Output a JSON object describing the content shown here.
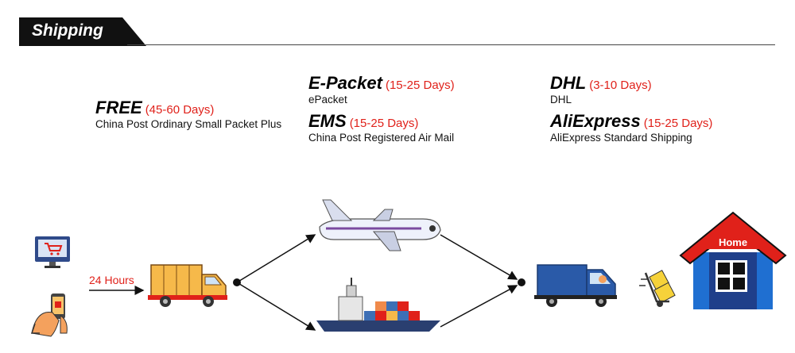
{
  "header": {
    "title": "Shipping"
  },
  "methods": [
    {
      "name": "FREE",
      "days": "(45-60 Days)",
      "desc": "China Post Ordinary Small Packet Plus"
    },
    {
      "name": "E-Packet",
      "days": "(15-25 Days)",
      "desc": "ePacket"
    },
    {
      "name": "EMS",
      "days": "(15-25 Days)",
      "desc": "China Post Registered Air Mail"
    },
    {
      "name": "DHL",
      "days": "(3-10 Days)",
      "desc": "DHL"
    },
    {
      "name": "AliExpress",
      "days": "(15-25 Days)",
      "desc": "AliExpress Standard Shipping"
    }
  ],
  "flow": {
    "arrow_label": "24 Hours",
    "home_label": "Home",
    "icons": [
      "computer-icon",
      "phone-shopping-icon",
      "delivery-truck-icon",
      "airplane-icon",
      "cargo-ship-icon",
      "delivery-van-icon",
      "hand-truck-icon",
      "house-icon"
    ]
  },
  "colors": {
    "accent": "#e0211a",
    "header": "#111111",
    "house_blue": "#1f6fd1"
  }
}
